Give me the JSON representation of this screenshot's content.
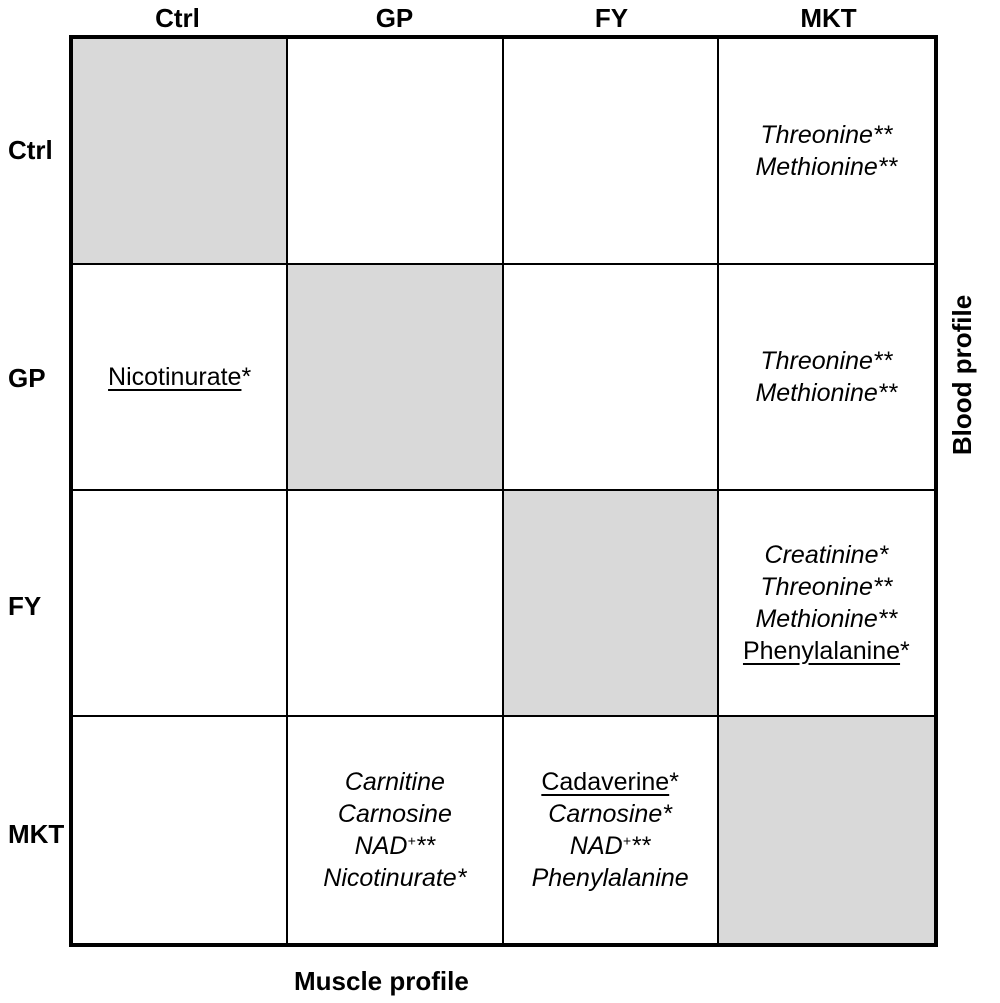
{
  "columns": [
    "Ctrl",
    "GP",
    "FY",
    "MKT"
  ],
  "rows": [
    "Ctrl",
    "GP",
    "FY",
    "MKT"
  ],
  "axis": {
    "bottom": "Muscle profile",
    "right": "Blood profile"
  },
  "colors": {
    "diagonal_fill": "#d9d9d9",
    "grid_line": "#000000",
    "background": "#ffffff"
  },
  "cells": [
    [
      {
        "diagonal": true,
        "entries": []
      },
      {
        "diagonal": false,
        "entries": []
      },
      {
        "diagonal": false,
        "entries": []
      },
      {
        "diagonal": false,
        "entries": [
          {
            "text": "Threonine",
            "mark": "**",
            "italic": true,
            "underline": false
          },
          {
            "text": "Methionine",
            "mark": "**",
            "italic": true,
            "underline": false
          }
        ]
      }
    ],
    [
      {
        "diagonal": false,
        "entries": [
          {
            "text": "Nicotinurate",
            "mark": "*",
            "italic": false,
            "underline": true
          }
        ]
      },
      {
        "diagonal": true,
        "entries": []
      },
      {
        "diagonal": false,
        "entries": []
      },
      {
        "diagonal": false,
        "entries": [
          {
            "text": "Threonine",
            "mark": "**",
            "italic": true,
            "underline": false
          },
          {
            "text": "Methionine",
            "mark": "**",
            "italic": true,
            "underline": false
          }
        ]
      }
    ],
    [
      {
        "diagonal": false,
        "entries": []
      },
      {
        "diagonal": false,
        "entries": []
      },
      {
        "diagonal": true,
        "entries": []
      },
      {
        "diagonal": false,
        "entries": [
          {
            "text": "Creatinine",
            "mark": "*",
            "italic": true,
            "underline": false
          },
          {
            "text": "Threonine",
            "mark": "**",
            "italic": true,
            "underline": false
          },
          {
            "text": "Methionine",
            "mark": "**",
            "italic": true,
            "underline": false
          },
          {
            "text": "Phenylalanine",
            "mark": "*",
            "italic": false,
            "underline": true
          }
        ]
      }
    ],
    [
      {
        "diagonal": false,
        "entries": []
      },
      {
        "diagonal": false,
        "entries": [
          {
            "text": "Carnitine",
            "mark": "",
            "italic": true,
            "underline": false
          },
          {
            "text": "Carnosine",
            "mark": "",
            "italic": true,
            "underline": false
          },
          {
            "text": "NAD",
            "sup": "+",
            "mark": "**",
            "italic": true,
            "underline": false
          },
          {
            "text": "Nicotinurate",
            "mark": "*",
            "italic": true,
            "underline": false
          }
        ]
      },
      {
        "diagonal": false,
        "entries": [
          {
            "text": "Cadaverine",
            "mark": "*",
            "italic": false,
            "underline": true
          },
          {
            "text": "Carnosine",
            "mark": "*",
            "italic": true,
            "underline": false
          },
          {
            "text": "NAD",
            "sup": "+",
            "mark": "**",
            "italic": true,
            "underline": false
          },
          {
            "text": "Phenylalanine",
            "mark": "",
            "italic": true,
            "underline": false
          }
        ]
      },
      {
        "diagonal": true,
        "entries": []
      }
    ]
  ]
}
